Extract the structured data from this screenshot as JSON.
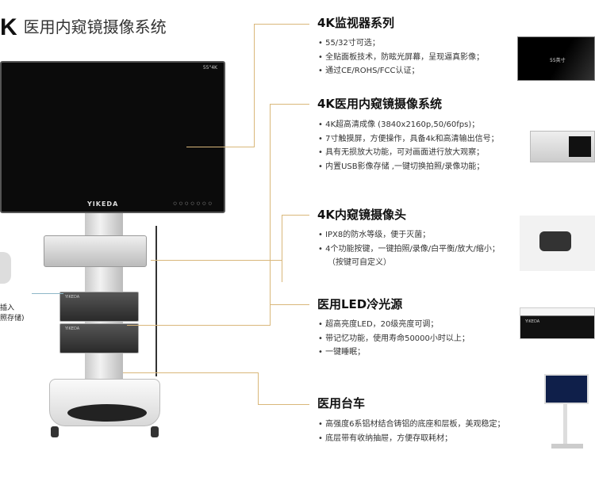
{
  "title": {
    "prefix": "K",
    "text": "医用内窥镜摄像系统"
  },
  "monitor": {
    "label": "55\"4K",
    "brand": "YIKEDA",
    "buttons": "○○○○○○○"
  },
  "left_callout": {
    "line1": "插入",
    "line2": "照存储)"
  },
  "sections": [
    {
      "heading": "4K监视器系列",
      "bullets": [
        "55/32寸可选；",
        "全贴面板技术，防眩光屏幕，呈现逼真影像；",
        "通过CE/ROHS/FCC认证；"
      ],
      "image_label": "55英寸"
    },
    {
      "heading": "4K医用内窥镜摄像系统",
      "bullets": [
        "4K超高清成像 (3840x2160p,50/60fps)；",
        "7寸触摸屏，方便操作，具备4k和高清输出信号；",
        "具有无损放大功能，可对画面进行放大观察；",
        "内置USB影像存储 ,一键切换拍照/录像功能；"
      ]
    },
    {
      "heading": "4K内窥镜摄像头",
      "bullets": [
        "IPX8的防水等级，便于灭菌；",
        "4个功能按键，一键拍照/录像/白平衡/放大/缩小；"
      ],
      "continuation": "（按键可自定义）"
    },
    {
      "heading": "医用LED冷光源",
      "bullets": [
        "超高亮度LED，20级亮度可调；",
        "带记忆功能，使用寿命50000小时以上；",
        "一键睡眠；"
      ],
      "image_brand": "YIKEDA"
    },
    {
      "heading": "医用台车",
      "bullets": [
        "高强度6系铝材结合铸铝的底座和层板，美观稳定；",
        "底层带有收纳抽屉，方便存取耗材；"
      ]
    }
  ],
  "colors": {
    "accent_line": "#d9b77a",
    "callout_line": "#8fb8c8"
  }
}
